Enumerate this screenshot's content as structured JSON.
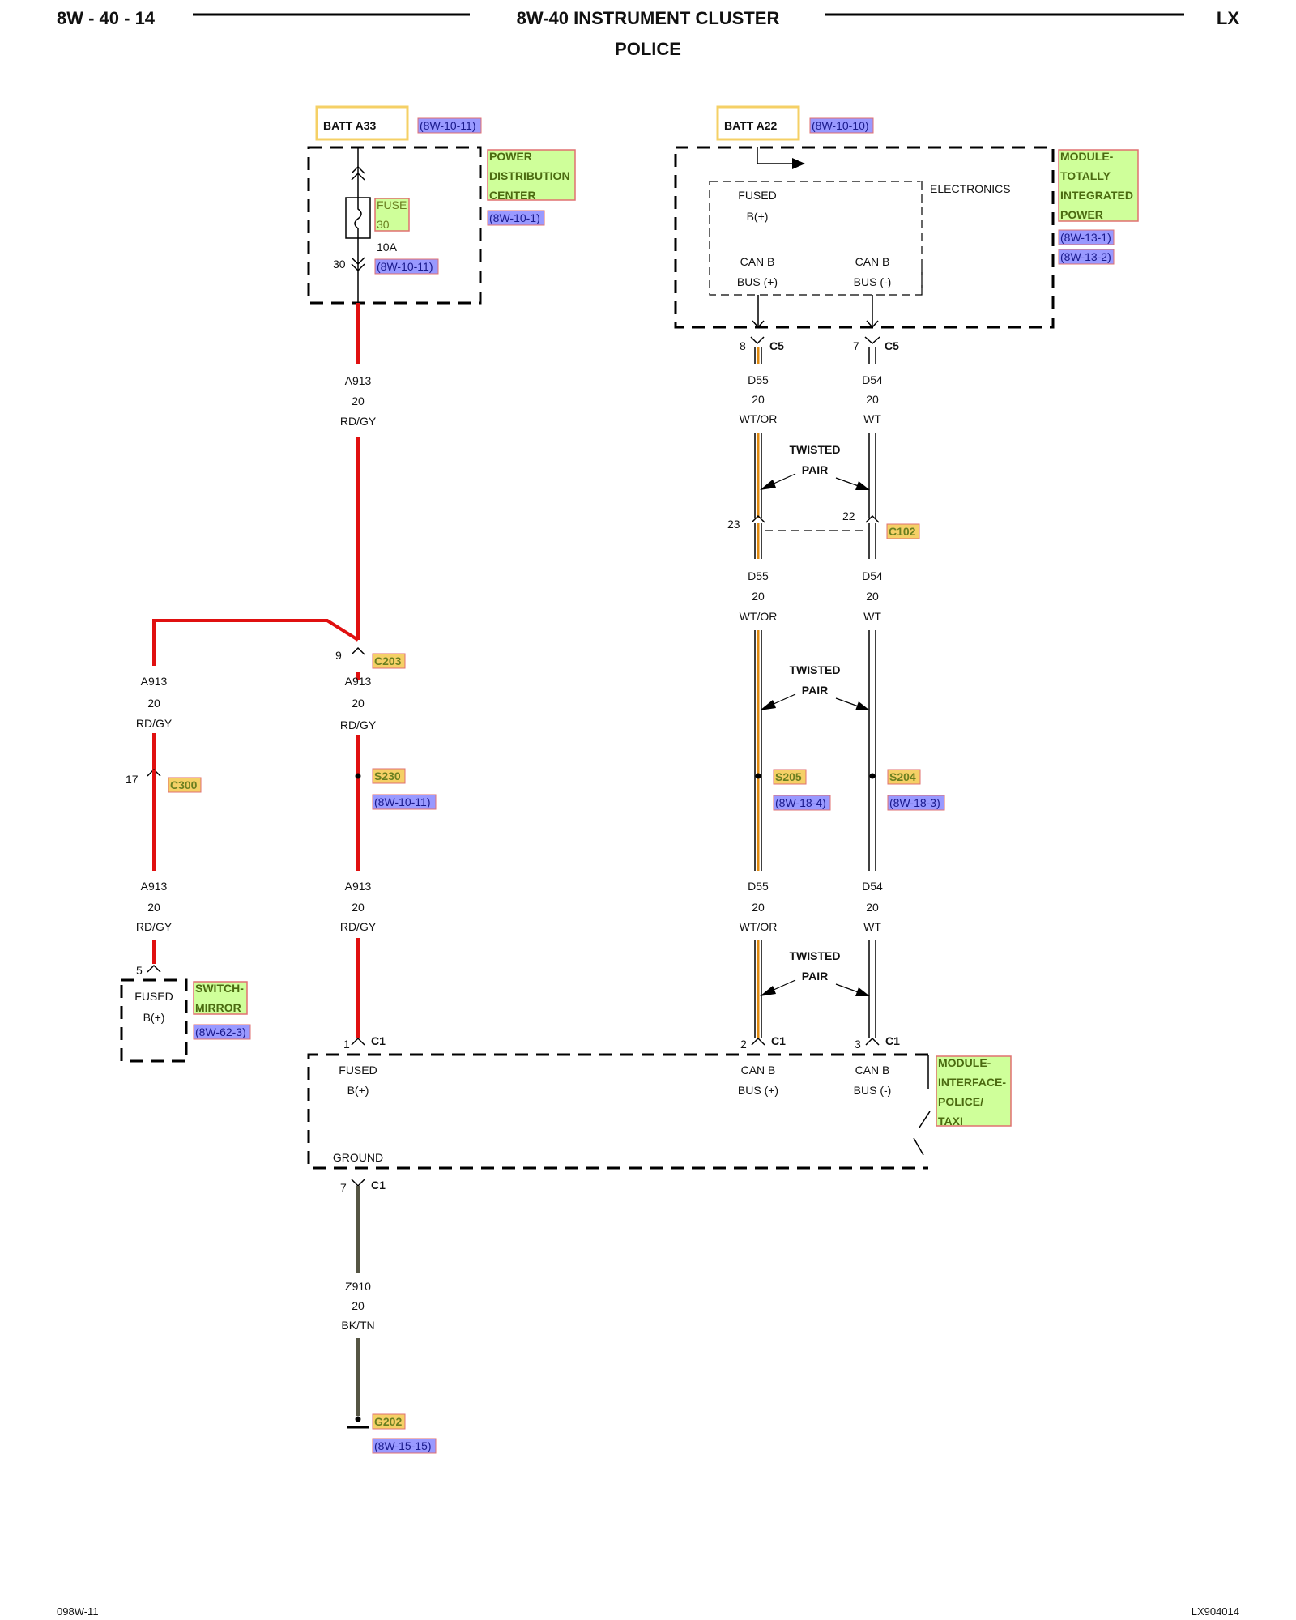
{
  "header": {
    "page_number": "8W - 40 - 14",
    "title": "8W-40 INSTRUMENT CLUSTER",
    "subtitle": "POLICE",
    "model": "LX"
  },
  "footer": {
    "left": "098W-11",
    "right": "LX904014"
  },
  "sources": {
    "batt_a33": {
      "label": "BATT A33",
      "ref": "(8W-10-11)"
    },
    "batt_a22": {
      "label": "BATT A22",
      "ref": "(8W-10-10)"
    }
  },
  "pdc": {
    "name_lines": [
      "POWER",
      "DISTRIBUTION",
      "CENTER"
    ],
    "ref": "(8W-10-1)",
    "fuse_lines": [
      "FUSE",
      "30"
    ],
    "fuse_rating": "10A",
    "fuse_ref": "(8W-10-11)",
    "fuse_pin": "30"
  },
  "tipm": {
    "name_lines": [
      "MODULE-",
      "TOTALLY",
      "INTEGRATED",
      "POWER"
    ],
    "refs": [
      "(8W-13-1)",
      "(8W-13-2)"
    ],
    "electronics": "ELECTRONICS",
    "fused_b": [
      "FUSED",
      "B(+)"
    ],
    "canb_plus": [
      "CAN B",
      "BUS (+)"
    ],
    "canb_minus": [
      "CAN B",
      "BUS (-)"
    ],
    "pins": {
      "d55_pin": "8",
      "d54_pin": "7",
      "connector": "C5"
    }
  },
  "wires": {
    "a913": {
      "circuit": "A913",
      "gauge": "20",
      "color": "RD/GY"
    },
    "d55": {
      "circuit": "D55",
      "gauge": "20",
      "color": "WT/OR"
    },
    "d54": {
      "circuit": "D54",
      "gauge": "20",
      "color": "WT"
    },
    "z910": {
      "circuit": "Z910",
      "gauge": "20",
      "color": "BK/TN"
    },
    "twisted_pair": [
      "TWISTED",
      "PAIR"
    ]
  },
  "connectors": {
    "c102": {
      "name": "C102",
      "pin_d55": "23",
      "pin_d54": "22"
    },
    "c203": {
      "name": "C203",
      "pin": "9"
    },
    "c300": {
      "name": "C300",
      "pin": "17"
    },
    "c1": {
      "name": "C1",
      "pin_fused": "1",
      "pin_canp": "2",
      "pin_canm": "3",
      "pin_ground": "7"
    }
  },
  "splices": {
    "s230": {
      "name": "S230",
      "ref": "(8W-10-11)"
    },
    "s205": {
      "name": "S205",
      "ref": "(8W-18-4)"
    },
    "s204": {
      "name": "S204",
      "ref": "(8W-18-3)"
    }
  },
  "mirror_switch": {
    "name_lines": [
      "SWITCH-",
      "MIRROR"
    ],
    "ref": "(8W-62-3)",
    "pin": "5",
    "fused_b": [
      "FUSED",
      "B(+)"
    ]
  },
  "interface_module": {
    "name_lines": [
      "MODULE-",
      "INTERFACE-",
      "POLICE/",
      "TAXI"
    ],
    "fused_b": [
      "FUSED",
      "B(+)"
    ],
    "canb_plus": [
      "CAN B",
      "BUS (+)"
    ],
    "canb_minus": [
      "CAN B",
      "BUS (-)"
    ],
    "ground": "GROUND"
  },
  "ground_point": {
    "name": "G202",
    "ref": "(8W-15-15)"
  },
  "colors": {
    "red_wire": "#e01010",
    "orange_stripe": "#e08a10",
    "ground_wire": "#555544",
    "yellow_box": "#f5d066",
    "green_label_bg": "#cfff9a",
    "green_label_border": "#e07070",
    "link_bg": "#9999ff"
  }
}
